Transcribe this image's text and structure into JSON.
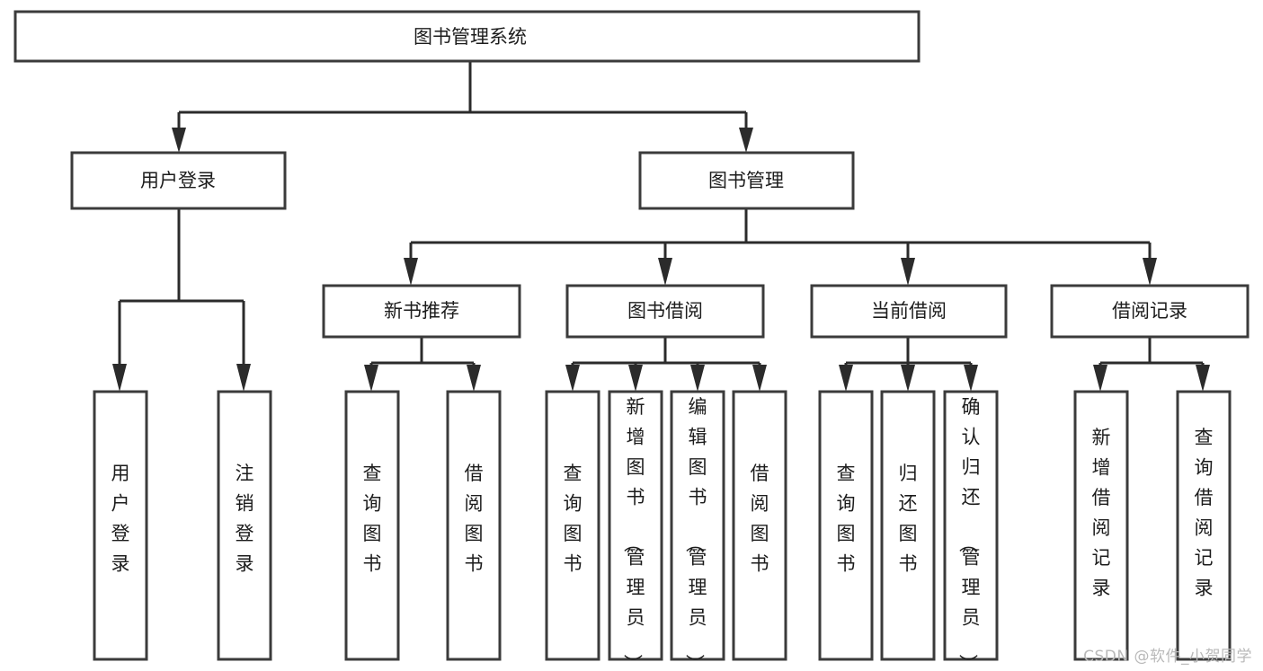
{
  "diagram": {
    "type": "tree-hierarchy",
    "title": "图书管理系统",
    "watermark": "CSDN @软件_小贺同学",
    "colors": {
      "box_stroke": "#3b3b3b",
      "connector": "#2b2b2b",
      "background": "#ffffff",
      "text": "#1c1c1c",
      "watermark": "#b9b9b9"
    },
    "root": {
      "label": "图书管理系统"
    },
    "level2": [
      {
        "label": "用户登录"
      },
      {
        "label": "图书管理"
      }
    ],
    "level3": [
      {
        "label": "新书推荐"
      },
      {
        "label": "图书借阅"
      },
      {
        "label": "当前借阅"
      },
      {
        "label": "借阅记录"
      }
    ],
    "leaves": {
      "user_login": [
        {
          "label": "用户登录"
        },
        {
          "label": "注销登录"
        }
      ],
      "new_book_recommend": [
        {
          "label": "查询图书"
        },
        {
          "label": "借阅图书"
        }
      ],
      "book_borrow": [
        {
          "label": "查询图书"
        },
        {
          "label": "新增图书（管理员）"
        },
        {
          "label": "编辑图书（管理员）"
        },
        {
          "label": "借阅图书"
        }
      ],
      "current_borrow": [
        {
          "label": "查询图书"
        },
        {
          "label": "归还图书"
        },
        {
          "label": "确认归还（管理员）"
        }
      ],
      "borrow_record": [
        {
          "label": "新增借阅记录"
        },
        {
          "label": "查询借阅记录"
        }
      ]
    }
  }
}
